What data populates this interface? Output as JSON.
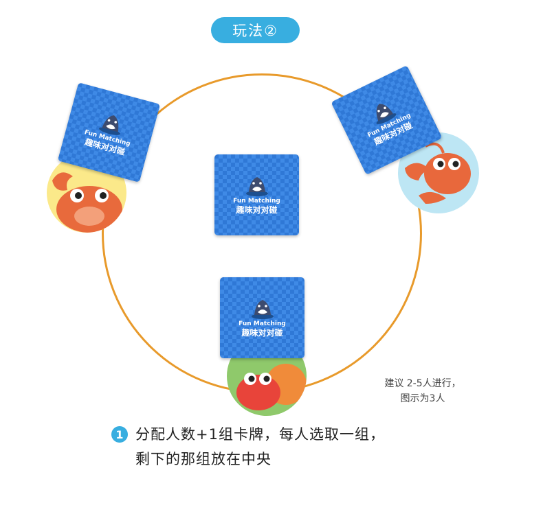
{
  "title": "玩法②",
  "card_text": {
    "en": "Fun Matching",
    "cn": "趣味对对碰"
  },
  "note": {
    "line1": "建议 2-5人进行，",
    "line2": "图示为3人"
  },
  "step": {
    "number": "1",
    "line1": "分配人数+1组卡牌，每人选取一组，",
    "line2": "剩下的那组放在中央"
  },
  "colors": {
    "accent": "#38aee0",
    "ring": "#e89a2b",
    "card": "#2f78d6"
  },
  "icons": {
    "card_mascot": "shark-icon",
    "player_1": "crab-icon",
    "player_2": "lobster-icon",
    "player_3": "hermit-crab-icon"
  }
}
